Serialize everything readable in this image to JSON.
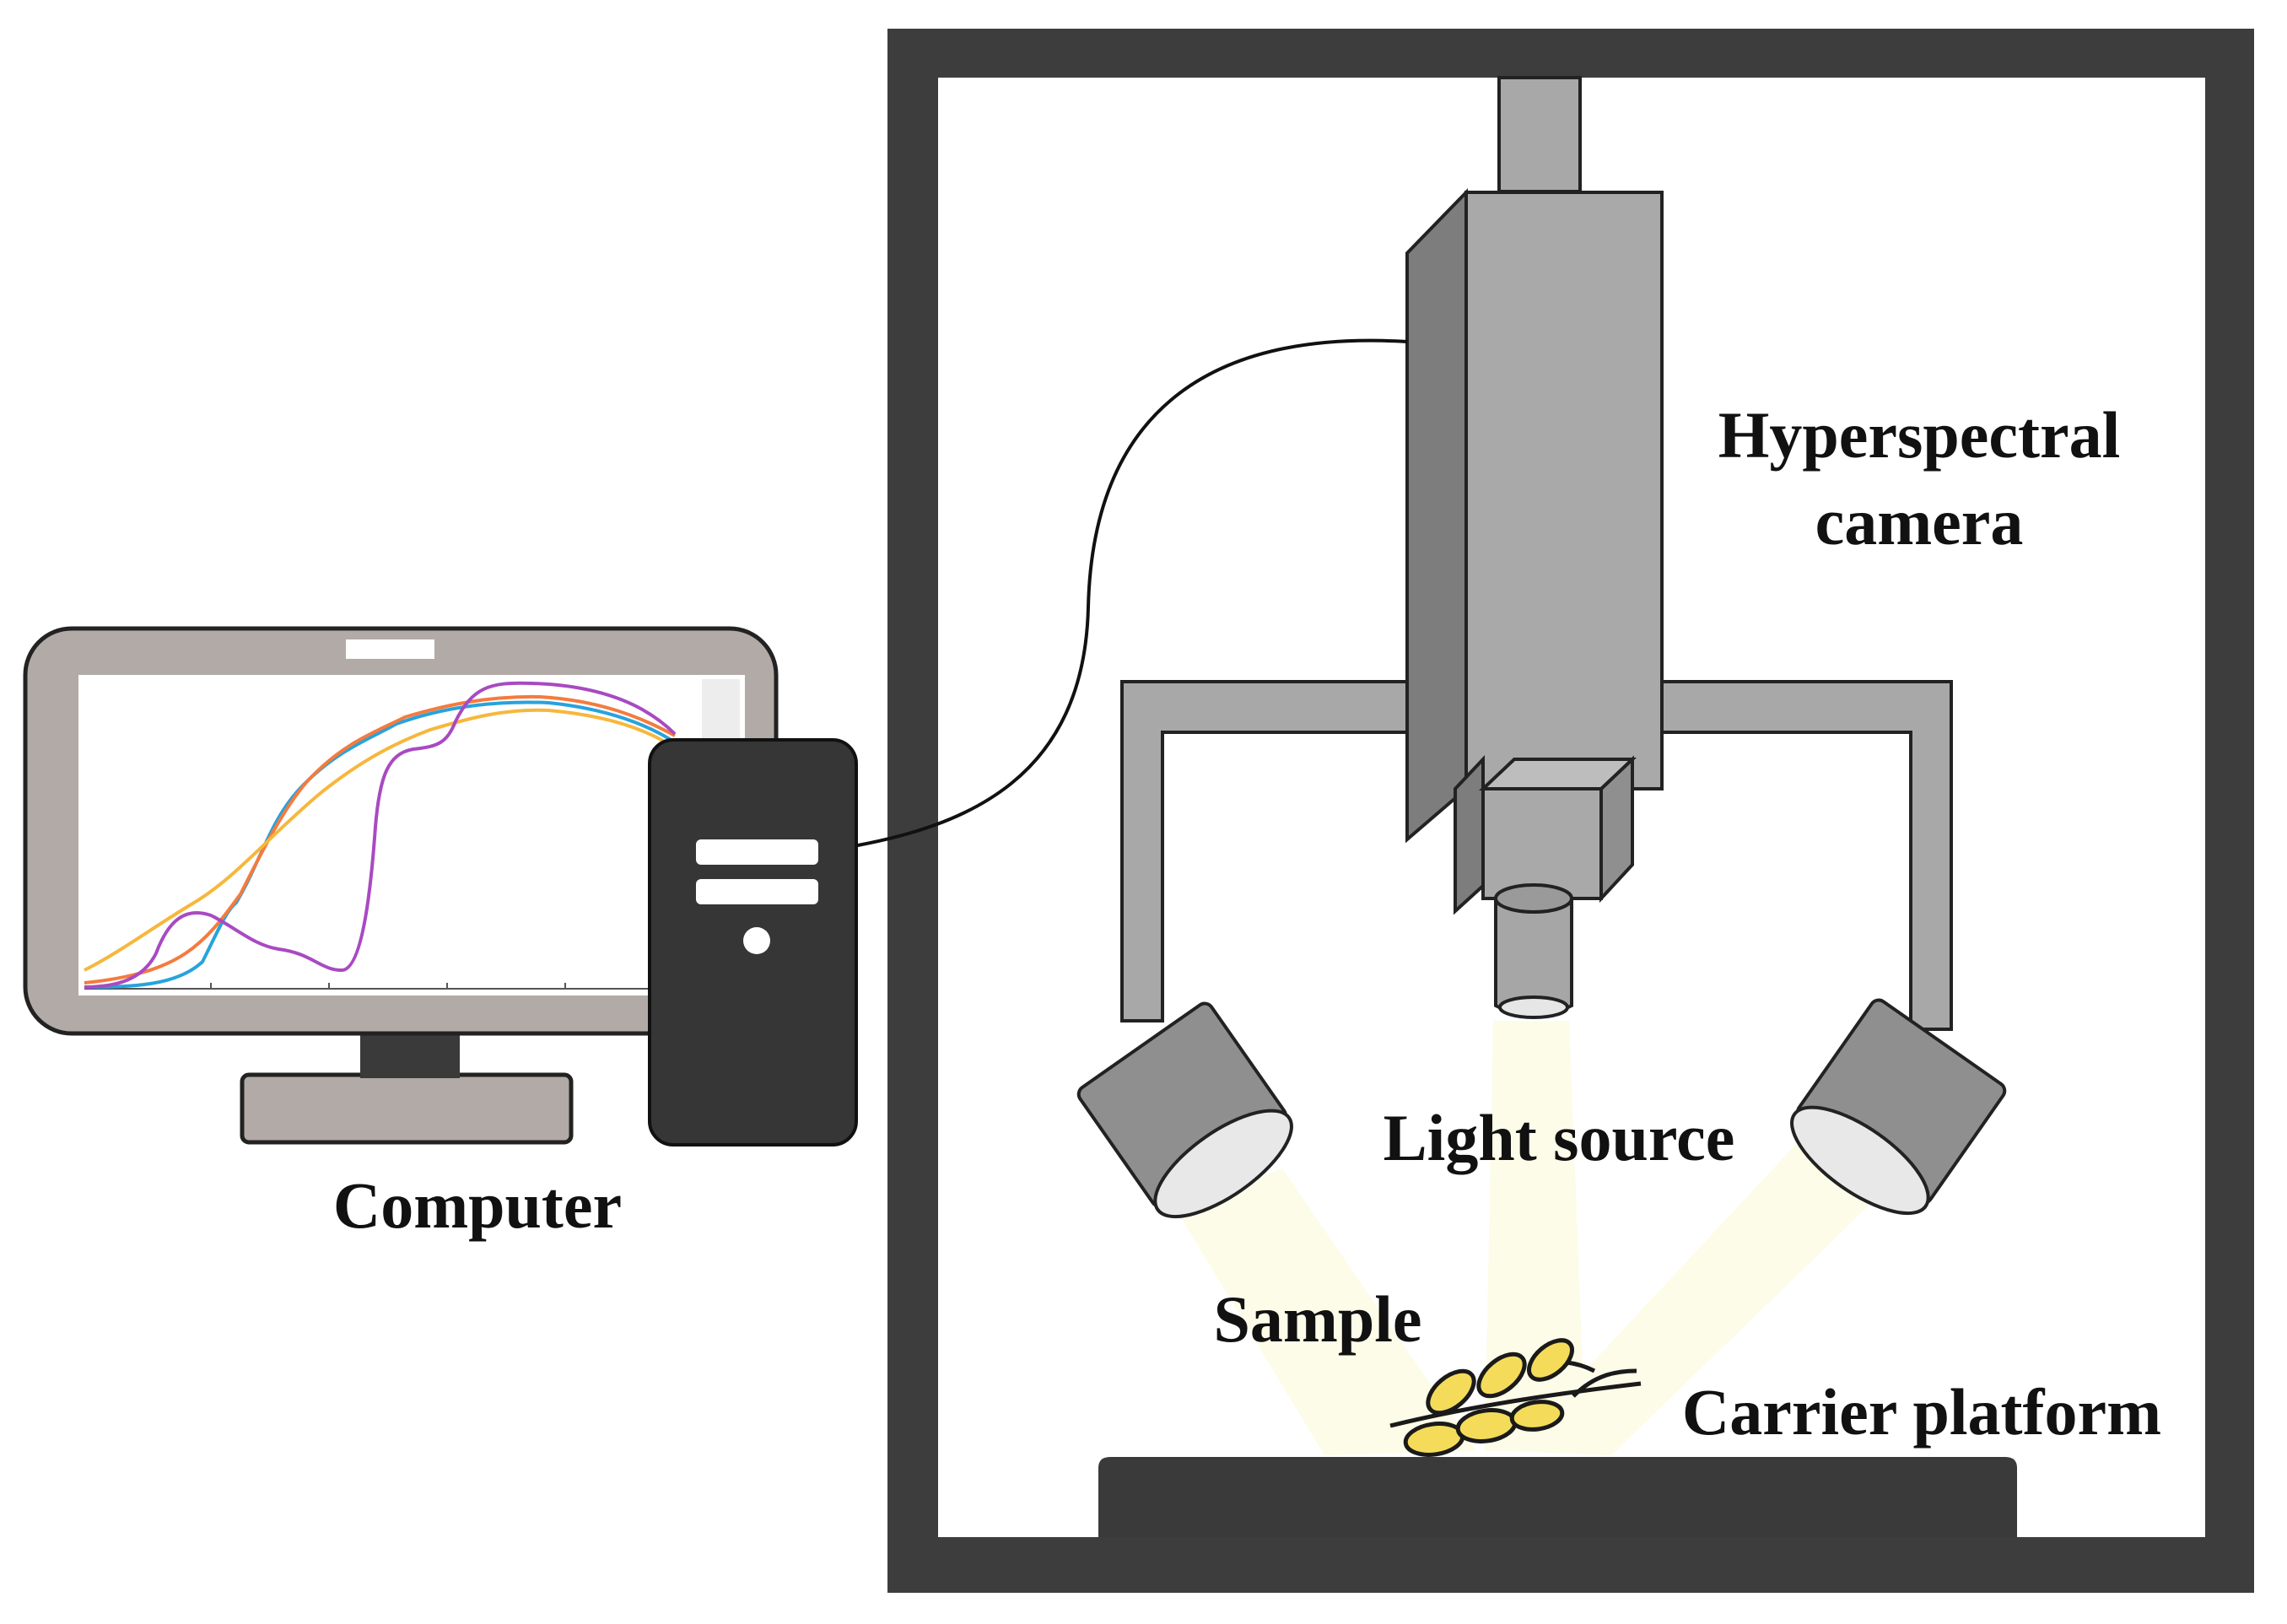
{
  "labels": {
    "hyperspectral_line1": "Hyperspectral",
    "hyperspectral_line2": "camera",
    "light_source": "Light source",
    "computer": "Computer",
    "sample": "Sample",
    "carrier_platform": "Carrier platform"
  },
  "colors": {
    "enclosure": "#3d3d3d",
    "camera_gray": "#a8a8a8",
    "camera_dark": "#808080",
    "monitor_gray": "#b1aaa6",
    "tower": "#363636",
    "light_beam": "#fcfce6",
    "grain": "#f4dc5a",
    "curve_blue": "#27a3dd",
    "curve_orange": "#f47b3e",
    "curve_yellow": "#f6b73c",
    "curve_purple": "#a84ac2"
  },
  "icons": [
    "computer-monitor-icon",
    "computer-tower-icon",
    "hyperspectral-camera-icon",
    "light-source-lamp-icon",
    "wheat-sample-icon"
  ]
}
